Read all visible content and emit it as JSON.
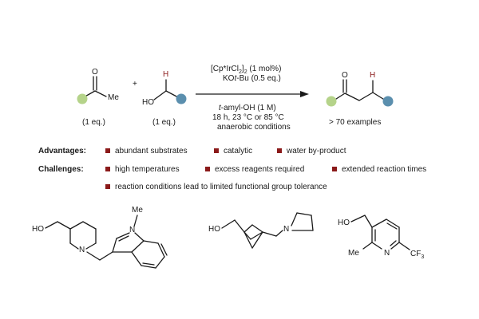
{
  "reaction": {
    "ketone_label": "Me",
    "ketone_o": "O",
    "ketone_eq": "(1 eq.)",
    "plus": "+",
    "alcohol_h": "H",
    "alcohol_ho": "HO",
    "alcohol_eq": "(1 eq.)",
    "cond_catalyst": "[Cp*IrCl",
    "cond_catalyst_sub1": "2",
    "cond_catalyst_mid": "]",
    "cond_catalyst_sub2": "2",
    "cond_catalyst_tail": " (1 mol%)",
    "cond_base": "KO",
    "cond_base_italic": "t",
    "cond_base_tail": "-Bu (0.5 eq.)",
    "cond_solvent_italic": "t",
    "cond_solvent_tail": "-amyl-OH (1 M)",
    "cond_time": "18 h, 23 °C or 85 °C",
    "cond_atm": "anaerobic conditions",
    "product_o": "O",
    "product_h": "H",
    "product_note": "> 70 examples"
  },
  "advantages": {
    "heading": "Advantages:",
    "items": [
      "abundant substrates",
      "catalytic",
      "water by-product"
    ]
  },
  "challenges": {
    "heading": "Challenges:",
    "items": [
      "high temperatures",
      "excess reagents required",
      "extended reaction times",
      "reaction conditions lead to limited functional group tolerance"
    ]
  },
  "examples": {
    "ex1_ho": "HO",
    "ex1_n1": "N",
    "ex1_n2": "N",
    "ex1_me": "Me",
    "ex2_ho": "HO",
    "ex2_n": "N",
    "ex3_ho": "HO",
    "ex3_me": "Me",
    "ex3_n": "N",
    "ex3_cf3": "CF",
    "ex3_cf3_sub": "3"
  },
  "colors": {
    "green_dot": "#b5d38a",
    "blue_dot": "#5b8fae",
    "bullet": "#8b1a1a",
    "h_label": "#8b1a1a"
  }
}
